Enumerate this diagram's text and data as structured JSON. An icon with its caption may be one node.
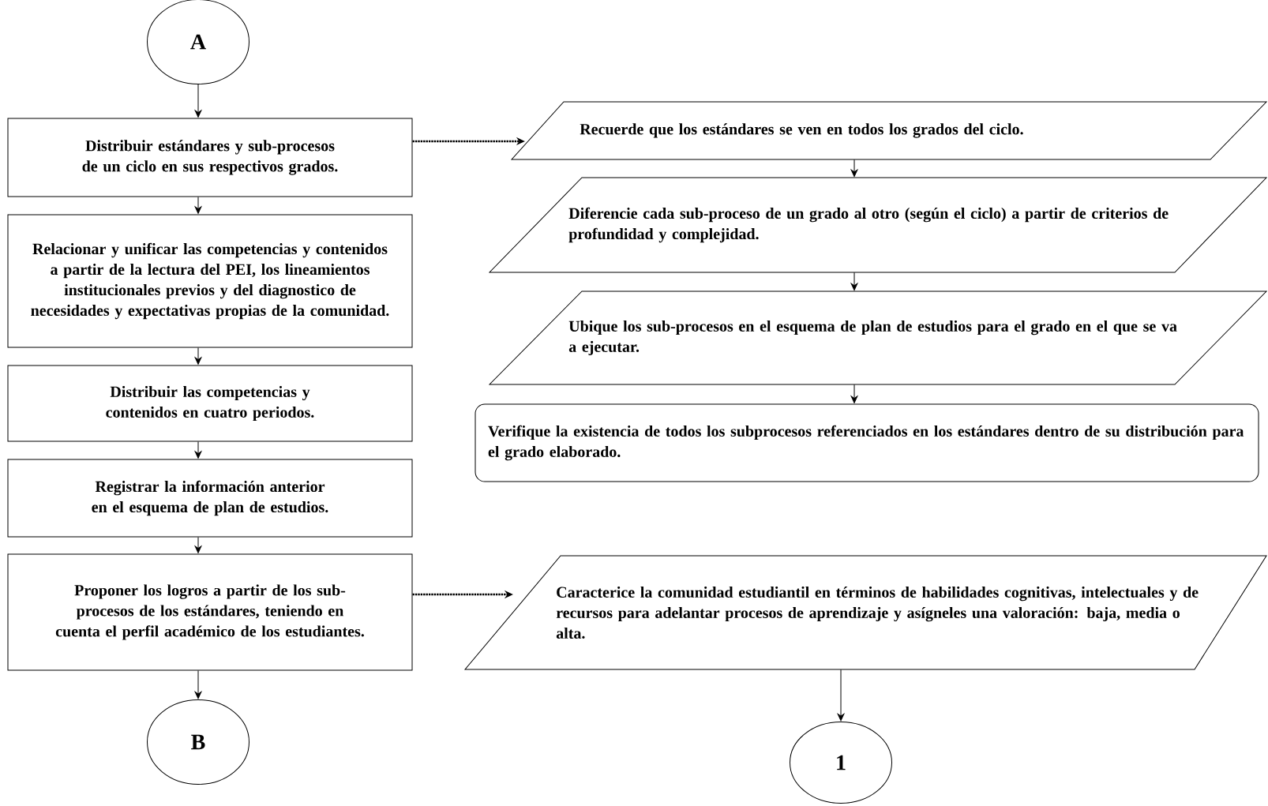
{
  "diagram": {
    "nodes": [
      {
        "text": [
          "A"
        ]
      },
      {
        "text": [
          "Distribuir estándares y sub-procesos de un ciclo en sus respectivos grados."
        ]
      },
      {
        "text": [
          "Relacionar y unificar las competencias y contenidos a partir de la lectura del PEI, los lineamientos institucionales previos y del diagnostico de necesidades y expectativas propias de la comunidad."
        ]
      },
      {
        "text": [
          "Distribuir las competencias y contenidos en cuatro periodos."
        ]
      },
      {
        "text": [
          "Registrar la información anterior en el esquema de plan de estudios."
        ]
      },
      {
        "text": [
          "Proponer los logros a partir de los sub-procesos de los estándares, teniendo en cuenta el perfil académico de los estudiantes."
        ]
      },
      {
        "text": [
          "B"
        ]
      },
      {
        "text": [
          "Recuerde que los estándares se ven en todos los grados del ciclo."
        ]
      },
      {
        "text": [
          "Diferencie cada sub-proceso de un grado al otro (según el ciclo) a partir de criterios de profundidad y complejidad."
        ]
      },
      {
        "text": [
          "Ubique los sub-procesos en el esquema de plan de estudios para el grado en el que se va a ejecutar."
        ]
      },
      {
        "text": [
          "Verifique la existencia de todos los subprocesos  referenciados en los estándares dentro de su distribución para el grado elaborado."
        ]
      },
      {
        "text": [
          "Caracterice la comunidad estudiantil en términos de habilidades cognitivas, intelectuales y de recursos para adelantar procesos de aprendizaje y asígneles una valoración: baja, media o alta."
        ]
      },
      {
        "text": [
          "1"
        ]
      }
    ],
    "edges": [
      {
        "from": 0,
        "to": 1,
        "arrow": "to"
      },
      {
        "from": 1,
        "to": 2,
        "arrow": "to"
      },
      {
        "from": 2,
        "to": 3,
        "arrow": "to"
      },
      {
        "from": 3,
        "to": 4,
        "arrow": "to"
      },
      {
        "from": 4,
        "to": 5,
        "arrow": "to"
      },
      {
        "from": 5,
        "to": 6,
        "arrow": "to"
      },
      {
        "from": 1,
        "to": 7,
        "arrow": "to",
        "style": "dashed"
      },
      {
        "from": 7,
        "to": 8,
        "arrow": "to"
      },
      {
        "from": 8,
        "to": 9,
        "arrow": "to"
      },
      {
        "from": 9,
        "to": 10,
        "arrow": "to"
      },
      {
        "from": 5,
        "to": 11,
        "arrow": "to",
        "style": "dashed"
      },
      {
        "from": 11,
        "to": 12,
        "arrow": "to"
      }
    ]
  }
}
